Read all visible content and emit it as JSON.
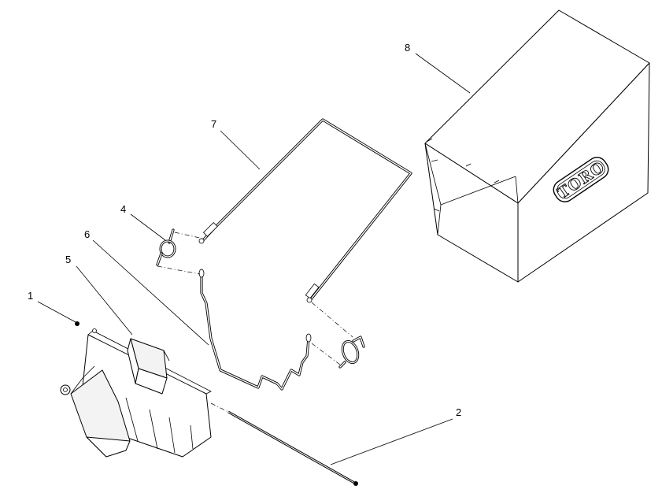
{
  "callouts": [
    {
      "id": "1",
      "label": "1"
    },
    {
      "id": "2",
      "label": "2"
    },
    {
      "id": "4",
      "label": "4"
    },
    {
      "id": "5",
      "label": "5"
    },
    {
      "id": "6",
      "label": "6"
    },
    {
      "id": "7",
      "label": "7"
    },
    {
      "id": "8",
      "label": "8"
    }
  ],
  "bag": {
    "logo_text": "TORO"
  }
}
